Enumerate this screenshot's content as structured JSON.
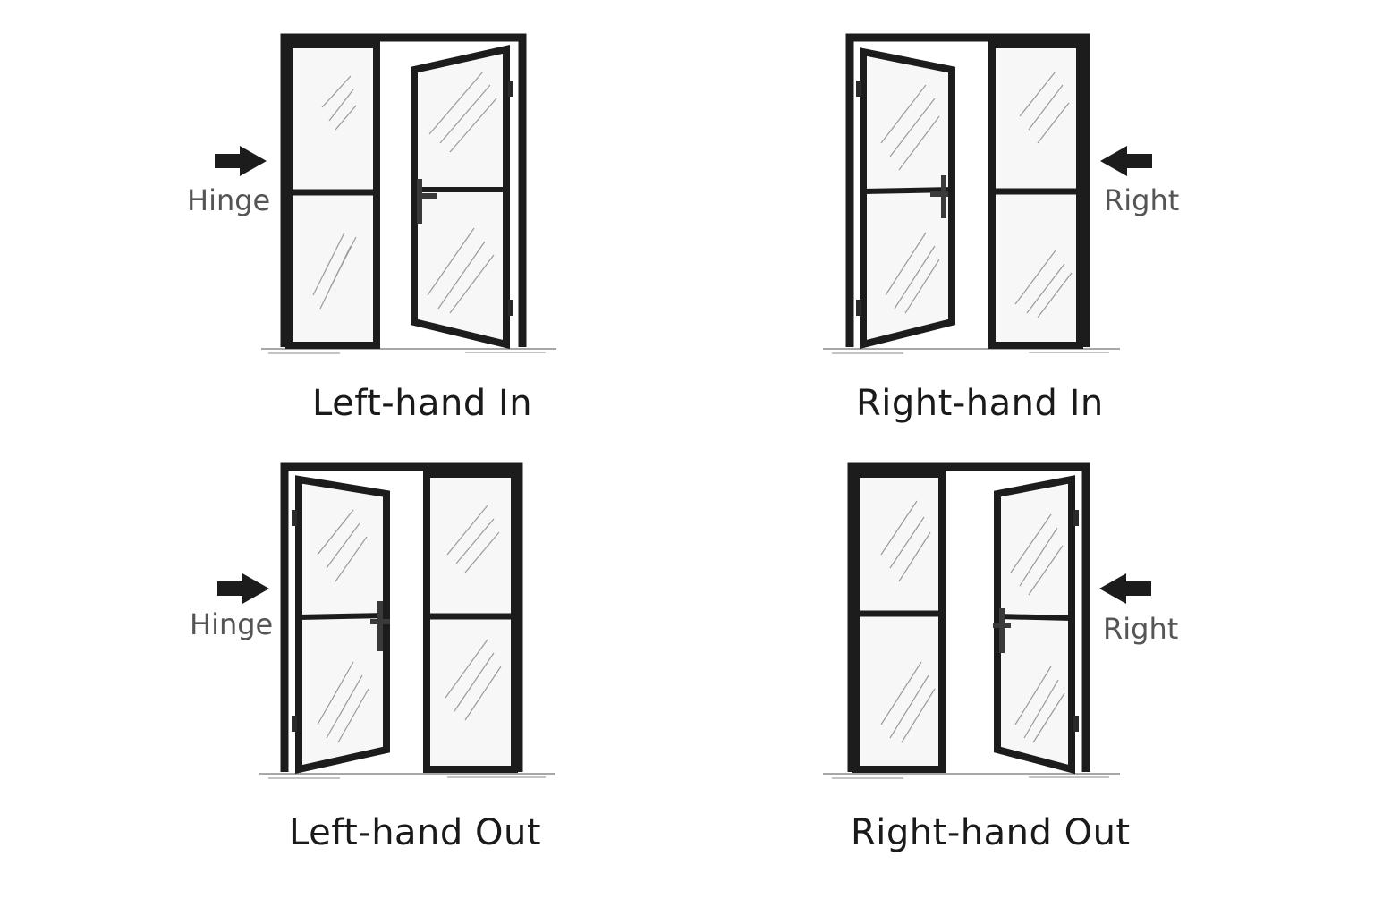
{
  "colors": {
    "frame": "#1c1c1c",
    "glass": "#f7f7f7",
    "streak": "#9a9a9a",
    "floor": "#8a8a8a",
    "caption": "#1a1a1a",
    "side_label": "#555555"
  },
  "diagrams": [
    {
      "caption": "Left-hand In",
      "side_label": "Hinge",
      "arrow_direction": "right",
      "open_leaf": "right",
      "swing": "in",
      "arrow_icon": "arrow-right-icon"
    },
    {
      "caption": "Right-hand In",
      "side_label": "Right",
      "arrow_direction": "left",
      "open_leaf": "left",
      "swing": "in",
      "arrow_icon": "arrow-left-icon"
    },
    {
      "caption": "Left-hand Out",
      "side_label": "Hinge",
      "arrow_direction": "right",
      "open_leaf": "left",
      "swing": "out",
      "arrow_icon": "arrow-right-icon"
    },
    {
      "caption": "Right-hand Out",
      "side_label": "Right",
      "arrow_direction": "left",
      "open_leaf": "right",
      "swing": "out",
      "arrow_icon": "arrow-left-icon"
    }
  ]
}
